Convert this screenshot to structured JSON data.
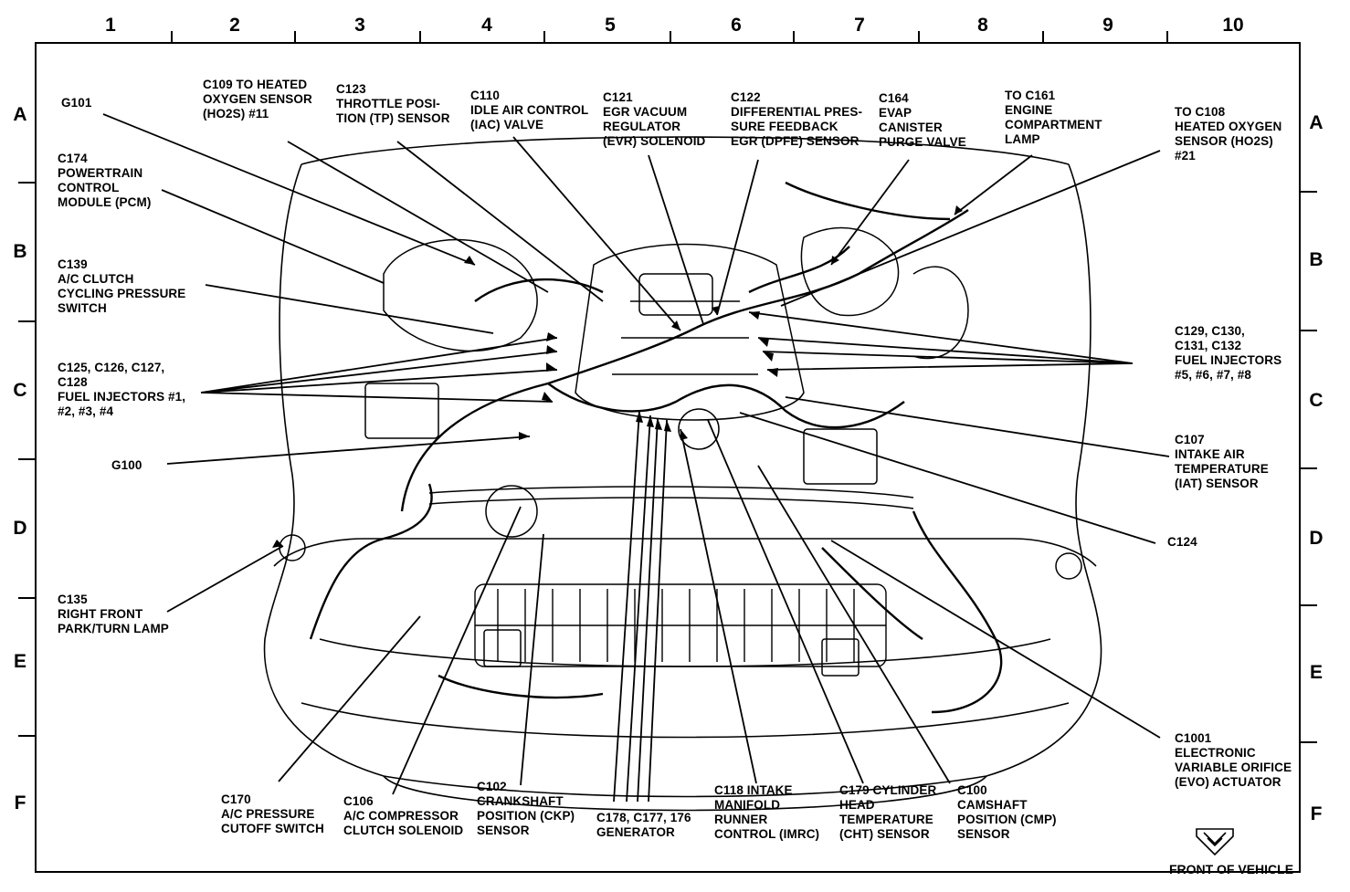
{
  "columns": [
    "1",
    "2",
    "3",
    "4",
    "5",
    "6",
    "7",
    "8",
    "9",
    "10"
  ],
  "rows_left": [
    "A",
    "B",
    "C",
    "D",
    "E",
    "F"
  ],
  "rows_right": [
    "A",
    "B",
    "C",
    "D",
    "E",
    "F"
  ],
  "labels": {
    "g101": "G101",
    "c109": "C109 TO HEATED\nOXYGEN SENSOR\n(HO2S) #11",
    "c123": "C123\nTHROTTLE POSI-\nTION (TP) SENSOR",
    "c110": "C110\nIDLE AIR CONTROL\n(IAC) VALVE",
    "c121": "C121\nEGR VACUUM\nREGULATOR\n(EVR) SOLENOID",
    "c122": "C122\nDIFFERENTIAL PRES-\nSURE FEEDBACK\nEGR (DPFE) SENSOR",
    "c164": "C164\nEVAP\nCANISTER\nPURGE VALVE",
    "c161": "TO C161\nENGINE\nCOMPARTMENT\nLAMP",
    "c108": "TO C108\nHEATED OXYGEN\nSENSOR (HO2S)\n#21",
    "c174": "C174\nPOWERTRAIN\nCONTROL\nMODULE (PCM)",
    "c139": "C139\nA/C CLUTCH\nCYCLING PRESSURE\nSWITCH",
    "c125": "C125, C126, C127,\nC128\nFUEL INJECTORS #1,\n#2, #3, #4",
    "g100": "G100",
    "c135": "C135\nRIGHT FRONT\nPARK/TURN LAMP",
    "c129": "C129, C130,\nC131, C132\nFUEL INJECTORS\n#5, #6, #7, #8",
    "c107": "C107\nINTAKE AIR\nTEMPERATURE\n(IAT) SENSOR",
    "c124": "C124",
    "c1001": "C1001\nELECTRONIC\nVARIABLE ORIFICE\n(EVO) ACTUATOR",
    "c170": "C170\nA/C PRESSURE\nCUTOFF SWITCH",
    "c106": "C106\nA/C COMPRESSOR\nCLUTCH SOLENOID",
    "c102": "C102\nCRANKSHAFT\nPOSITION (CKP)\nSENSOR",
    "c178": "C178, C177, 176\nGENERATOR",
    "c118": "C118 INTAKE\nMANIFOLD\nRUNNER\nCONTROL (IMRC)",
    "c179": "C179 CYLINDER\nHEAD\nTEMPERATURE\n(CHT) SENSOR",
    "c100": "C100\nCAMSHAFT\nPOSITION (CMP)\nSENSOR",
    "front": "FRONT OF VEHICLE"
  }
}
